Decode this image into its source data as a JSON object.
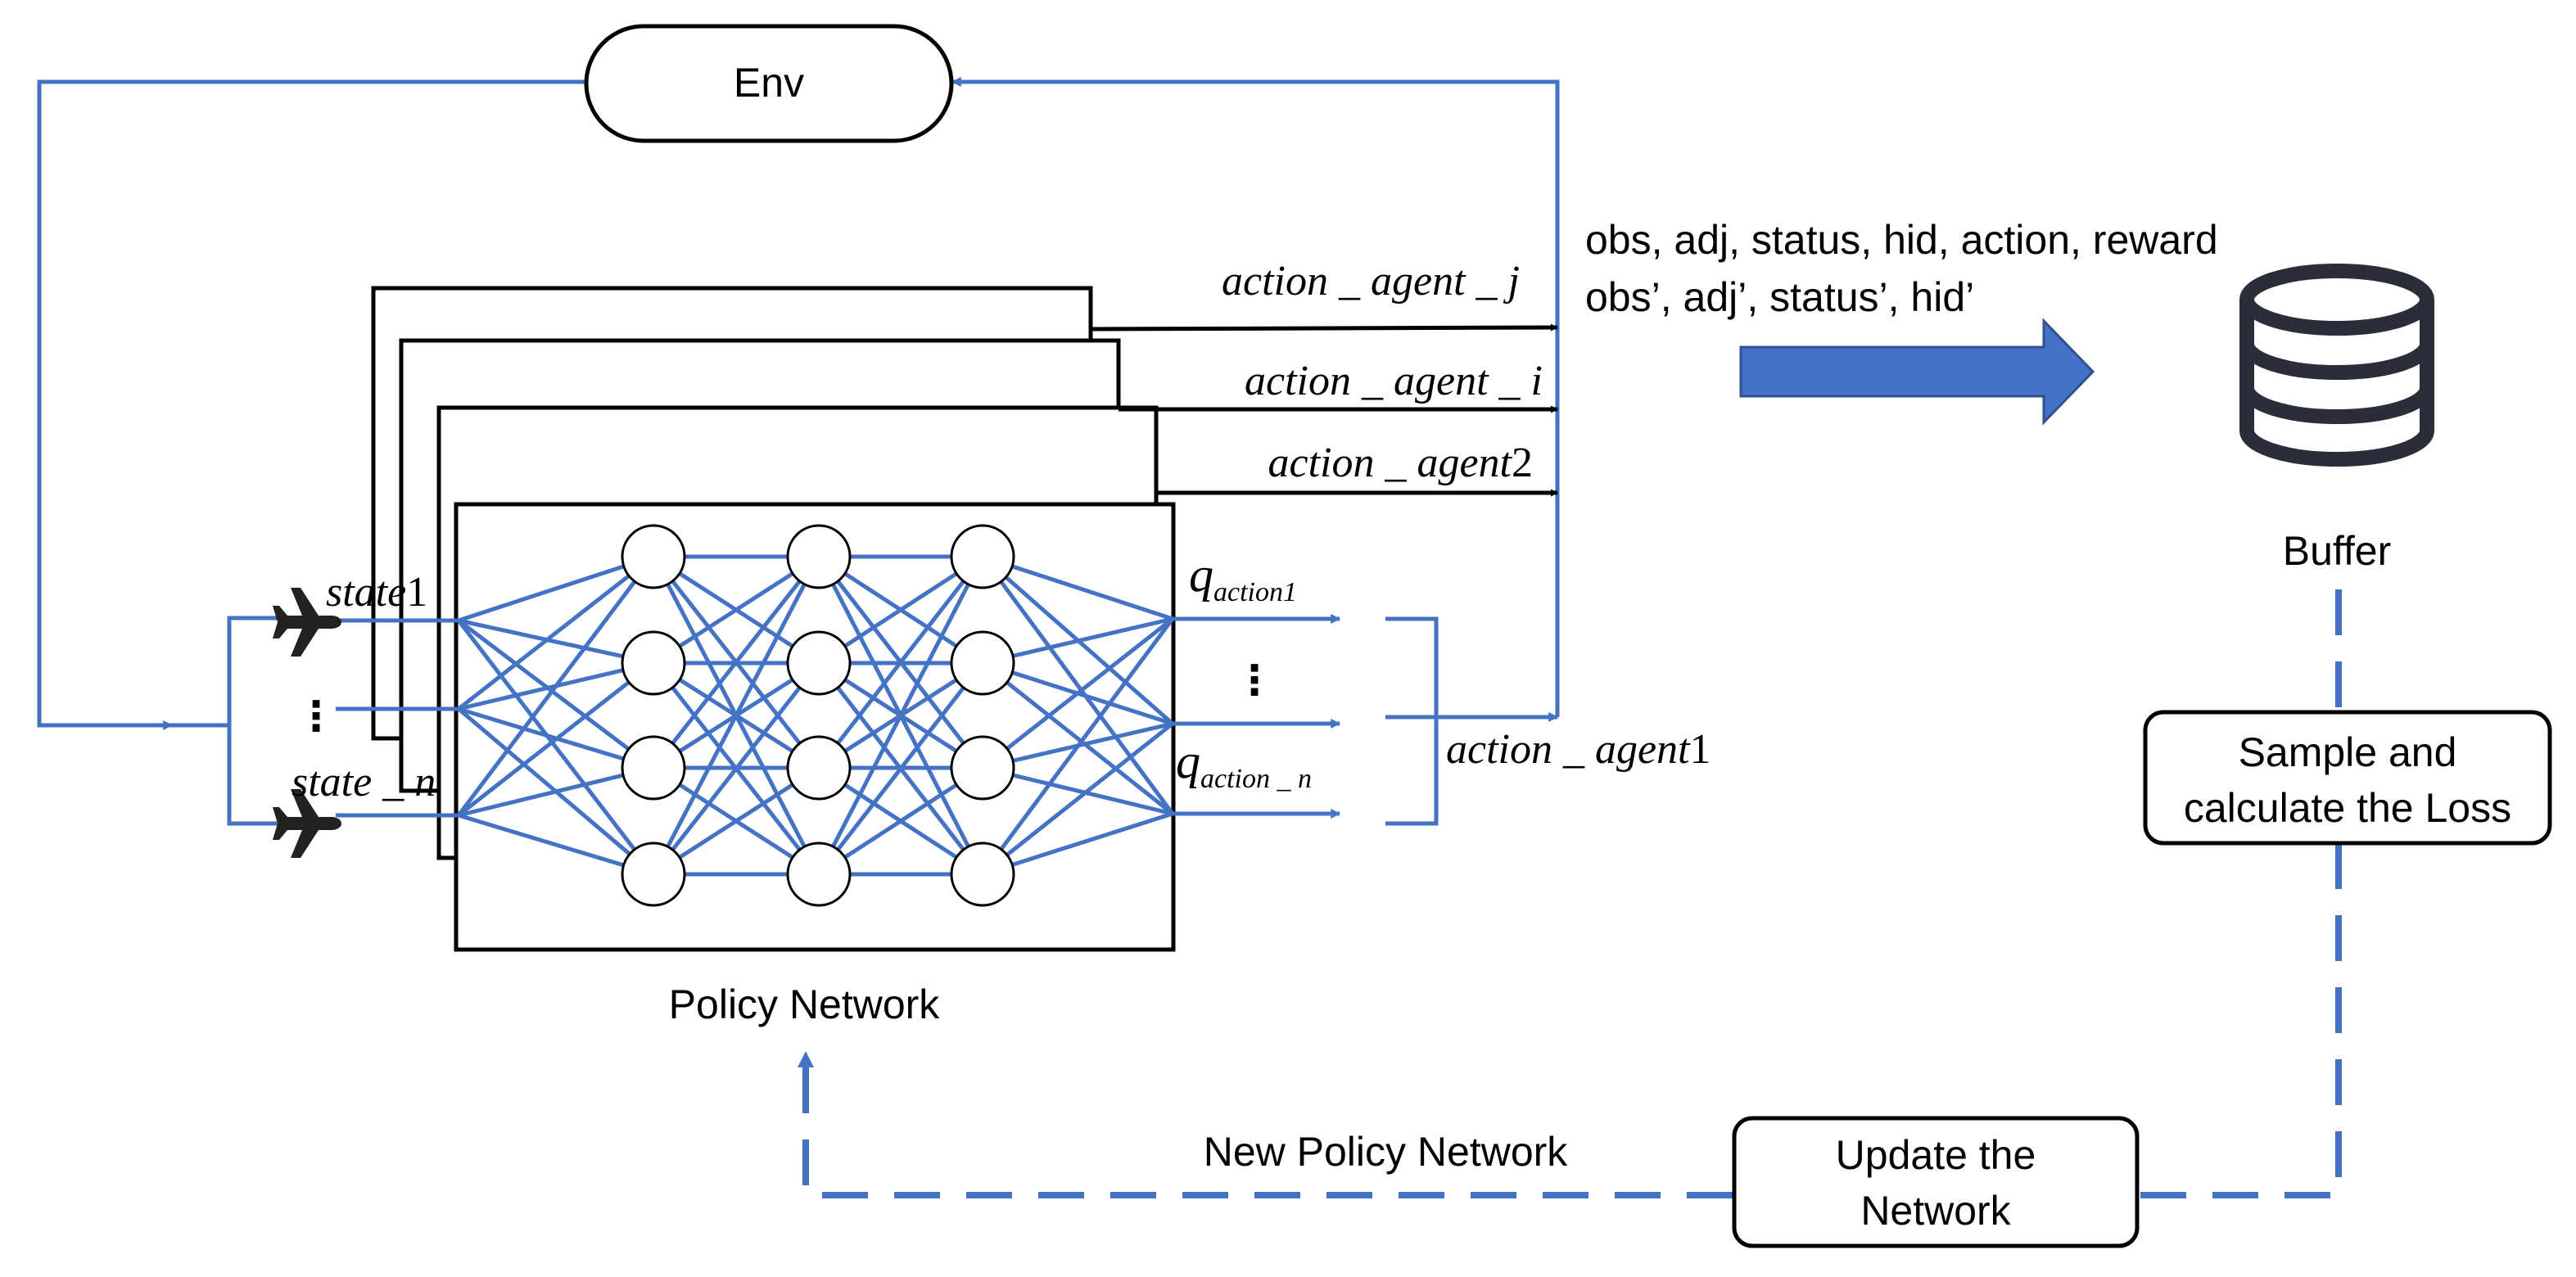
{
  "colors": {
    "accent": "#4472c4",
    "line": "#000000",
    "background": "#ffffff",
    "node_fill": "#ffffff",
    "plane": "#222222"
  },
  "env": {
    "label": "Env"
  },
  "actions": {
    "j": {
      "prefix": "action _ agent _ ",
      "suffix": "j"
    },
    "i": {
      "prefix": "action _ agent _ ",
      "suffix": "i"
    },
    "two": {
      "prefix": "action _ agent",
      "suffix": "2"
    },
    "one": {
      "prefix": "action _ agent",
      "suffix": "1"
    }
  },
  "transition": {
    "line1": "obs, adj, status, hid, action, reward",
    "line2": "obs’, adj’, status’, hid’"
  },
  "buffer": {
    "label": "Buffer",
    "icon": "database-icon"
  },
  "sample_box": {
    "line1": "Sample and",
    "line2": "calculate the Loss"
  },
  "update_box": {
    "line1": "Update the",
    "line2": "Network"
  },
  "new_policy": {
    "label": "New Policy Network"
  },
  "policy": {
    "label": "Policy Network"
  },
  "states": {
    "first": {
      "prefix": "state",
      "suffix": "1"
    },
    "last": {
      "prefix": "state _ ",
      "suffix": "n"
    },
    "ellipsis": "⋮",
    "icon": "airplane-icon"
  },
  "q_outputs": {
    "first": {
      "q": "q",
      "sub": "action1"
    },
    "last": {
      "q": "q",
      "sub": "action _ n"
    },
    "ellipsis": "⋮"
  }
}
